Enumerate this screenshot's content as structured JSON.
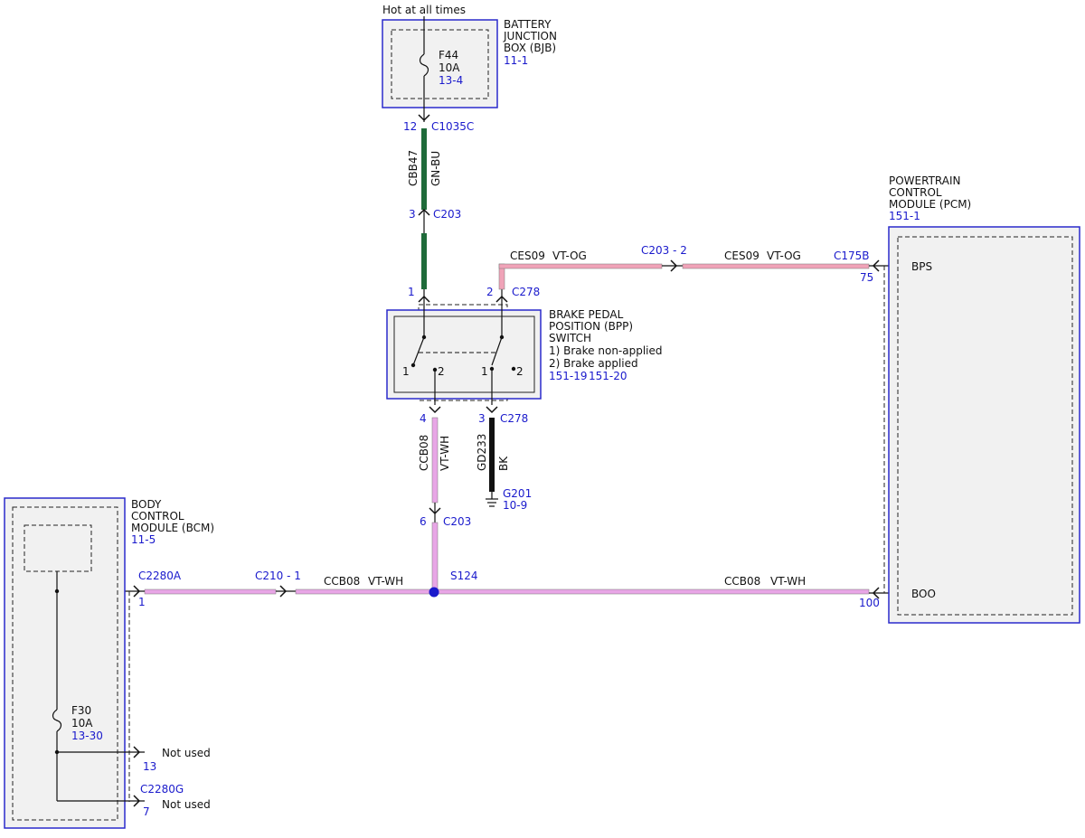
{
  "colors": {
    "green_wire": "#1f6b3a",
    "violet_wire": "#e8a6e6",
    "pink_wire": "#f0a3b8",
    "black_wire": "#111111",
    "ref_blue": "#1a1acc",
    "module_blue": "#2a2acc",
    "module_fill": "#f1f1f1",
    "splice": "#1a1acc"
  },
  "top_label": "Hot at all times",
  "bjb": {
    "title_lines": [
      "BATTERY",
      "JUNCTION",
      "BOX (BJB)"
    ],
    "ref": "11-1",
    "fuse_name": "F44",
    "fuse_rating": "10A",
    "fuse_ref": "13-4"
  },
  "connectors": {
    "c1035c_pin": "12",
    "c1035c": "C1035C",
    "c203_top_pin": "3",
    "c203_top": "C203",
    "c278_pin1": "1",
    "c278_pin2": "2",
    "c278_top": "C278",
    "c278_pin4": "4",
    "c278_pin3": "3",
    "c278_bottom": "C278",
    "c203_bottom_pin": "6",
    "c203_bottom": "C203",
    "c203_2": "C203 - 2",
    "c175b": "C175B",
    "c175b_pin": "75",
    "c2280a": "C2280A",
    "c2280a_pin": "1",
    "c210_1": "C210 - 1",
    "s124": "S124",
    "pcm_boo_pin": "100",
    "bcm_pin13": "13",
    "c2280g": "C2280G",
    "c2280g_pin": "7"
  },
  "wires": {
    "cbb47_circuit": "CBB47",
    "cbb47_color": "GN-BU",
    "ces09_left_circuit": "CES09",
    "ces09_left_color": "VT-OG",
    "ces09_right_circuit": "CES09",
    "ces09_right_color": "VT-OG",
    "ccb08_vert_circuit": "CCB08",
    "ccb08_vert_color": "VT-WH",
    "gd233_circuit": "GD233",
    "gd233_color": "BK",
    "ccb08_left_circuit": "CCB08",
    "ccb08_left_color": "VT-WH",
    "ccb08_right_circuit": "CCB08",
    "ccb08_right_color": "VT-WH"
  },
  "bpp": {
    "title_lines": [
      "BRAKE PEDAL",
      "POSITION (BPP)",
      "SWITCH",
      "1) Brake non-applied",
      "2) Brake applied"
    ],
    "ref1": "151-19",
    "ref2": "151-20",
    "sw1_pos1": "1",
    "sw1_pos2": "2",
    "sw2_pos1": "1",
    "sw2_pos2": "2"
  },
  "ground": {
    "name": "G201",
    "ref": "10-9"
  },
  "pcm": {
    "title_lines": [
      "POWERTRAIN",
      "CONTROL",
      "MODULE (PCM)"
    ],
    "ref": "151-1",
    "bps": "BPS",
    "boo": "BOO"
  },
  "bcm": {
    "title_lines": [
      "BODY",
      "CONTROL",
      "MODULE (BCM)"
    ],
    "ref": "11-5",
    "fuse_name": "F30",
    "fuse_rating": "10A",
    "fuse_ref": "13-30",
    "not_used_1": "Not used",
    "not_used_2": "Not used"
  }
}
